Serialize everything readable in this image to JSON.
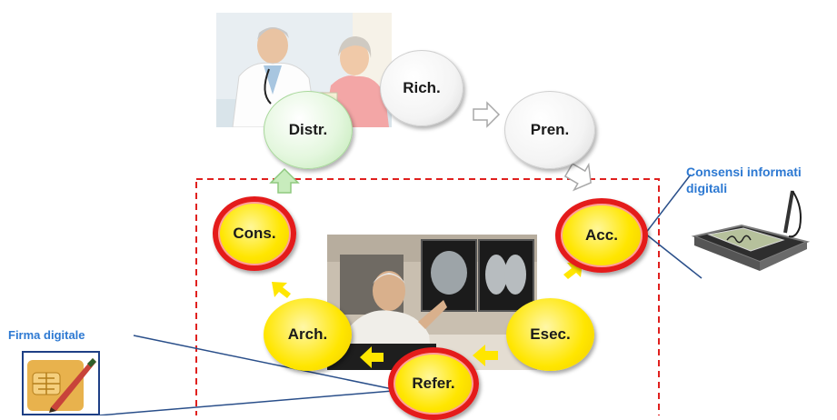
{
  "nodes": {
    "rich": "Rich.",
    "pren": "Pren.",
    "acc": "Acc.",
    "esec": "Esec.",
    "refer": "Refer.",
    "arch": "Arch.",
    "cons": "Cons.",
    "distr": "Distr."
  },
  "labels": {
    "consensi": "Consensi informati digitali",
    "firma": "Firma digitale"
  },
  "colors": {
    "dashed_border": "#e0201e",
    "node_yellow": "#ffe600",
    "node_red_ring": "#e41b1b",
    "node_green": "#c8ecbd",
    "arrow_yellow": "#ffe600",
    "label_blue": "#2d79d2",
    "connector_line": "#2a4f8a"
  },
  "icons": {
    "doctor_photo": "doctor-patient-photo",
    "radiologist_photo": "radiologist-workstation-photo",
    "signature_pad": "signature-pad-icon",
    "smart_card": "smart-card-pen-icon"
  }
}
